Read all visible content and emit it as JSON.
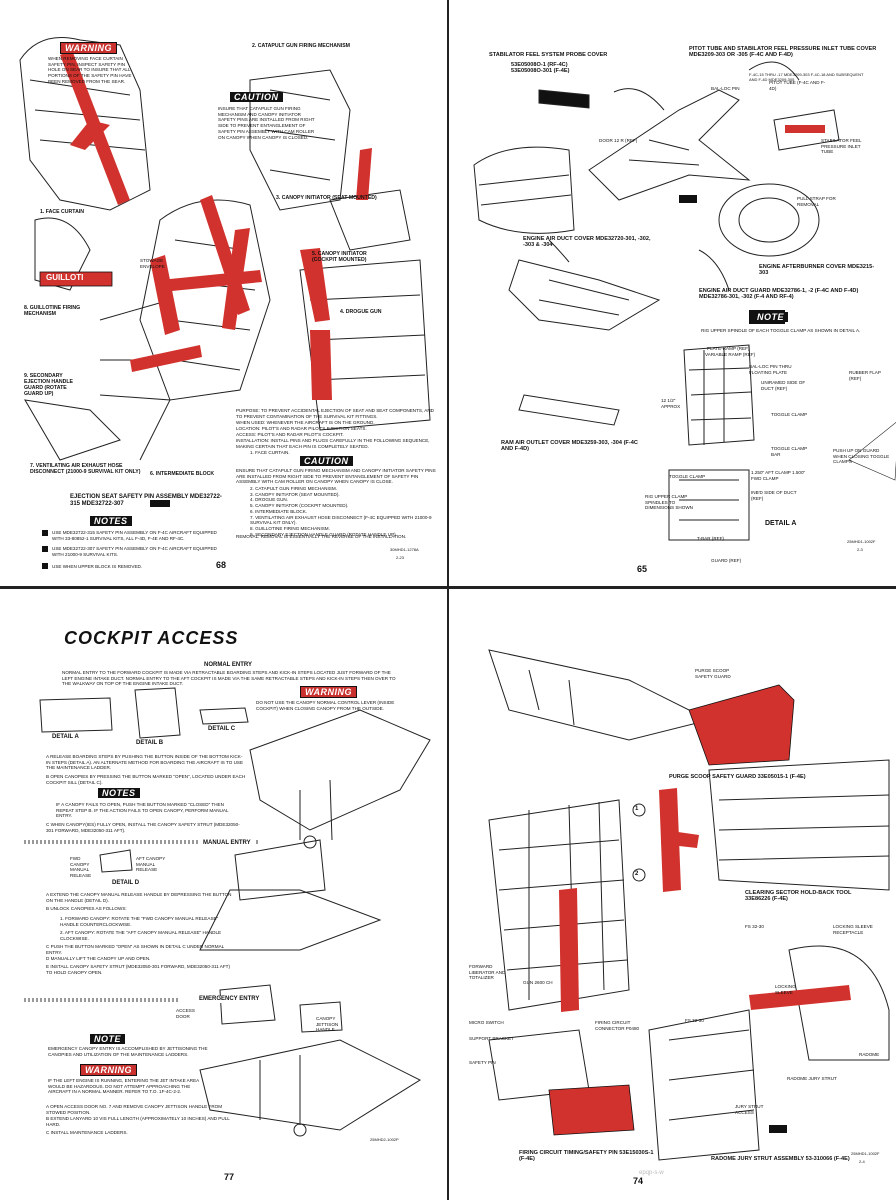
{
  "p1": {
    "warning": "WARNING",
    "warning_text": "WHEN REMOVING FACE CURTAIN SAFETY PIN, INSPECT SAFETY PIN HOLE ON SEAR TO INSURE THAT ALL PORTIONS OF THE SAFETY PIN HAVE BEEN REMOVED FROM THE SEAR.",
    "l2": "2. CATAPULT GUN FIRING MECHANISM",
    "caution": "CAUTION",
    "caution_text": "INSURE THAT CATAPULT GUN FIRING MECHANISM AND CANOPY INITIATOR SAFETY PINS ARE INSTALLED FROM RIGHT SIDE TO PREVENT ENTANGLEMENT OF SAFETY PIN ASSEMBLY WITH CAM ROLLER ON CANOPY WHEN CANOPY IS CLOSED.",
    "l3": "3. CANOPY INITIATOR (SEAT MOUNTED)",
    "l1": "1. FACE CURTAIN",
    "stowage": "STOWAGE ENVELOPE",
    "guillotine_tag": "GUILLOTI",
    "l8": "8. GUILLOTINE FIRING MECHANISM",
    "l5": "5. CANOPY INITIATOR (COCKPIT MOUNTED)",
    "l4": "4. DROGUE GUN",
    "l9": "9. SECONDARY EJECTION HANDLE GUARD (ROTATE GUARD UP)",
    "purpose": "PURPOSE: TO PREVENT ACCIDENTAL EJECTION OF SEAT AND SEAT COMPONENTS, AND TO PREVENT CONTAMINATION OF THE SURVIVAL KIT FITTINGS.",
    "when_used": "WHEN USED: WHENEVER THE AIRCRAFT IS ON THE GROUND.",
    "location": "LOCATION: PILOT'S AND RADAR PILOT'S EJECTION SEATS.",
    "access": "ACCESS: PILOT'S AND RADAR PILOT'S COCKPIT.",
    "installation": "INSTALLATION: INSTALL PINS AND PLUGS CAREFULLY IN THE FOLLOWING SEQUENCE, MAKING CERTAIN THAT EACH PIN IS COMPLETELY SEATED.",
    "inst1": "1. FACE CURTAIN.",
    "caution2": "CAUTION",
    "caution2_text": "ENSURE THAT CATAPULT GUN FIRING MECHANISM AND CANOPY INITIATOR SAFETY PINS ARE INSTALLED FROM RIGHT SIDE TO PREVENT ENTANGLEMENT OF SAFETY PIN ASSEMBLY WITH CAM ROLLER ON CANOPY WHEN CANOPY IS CLOSE.",
    "steps": [
      "2. CATAPULT GUN FIRING MECHANISM.",
      "3. CANOPY INITIATOR (SEAT MOUNTED).",
      "4. DROGUE GUN.",
      "5. CANOPY INITIATOR (COCKPIT MOUNTED).",
      "6. INTERMEDIATE BLOCK.",
      "7. VENTILATING AIR EXHAUST HOSE DISCONNECT (F-4C EQUIPPED WITH 21000-9 SURVIVAL KIT ONLY).",
      "8. GUILLOTINE FIRING MECHANISM.",
      "9. SECONDARY EJECTION HANDLE GUARD (ROTATE HANDLE UP)."
    ],
    "l7": "7. VENTILATING AIR EXHAUST HOSE DISCONNECT (21000-9 SURVIVAL KIT ONLY)",
    "l6": "6. INTERMEDIATE BLOCK",
    "assy": "EJECTION SEAT SAFETY PIN ASSEMBLY MDE32722-315 MDE32722-307",
    "notes": "NOTES",
    "note1": "USE MDE32722-315 SAFETY PIN ASSEMBLY ON F-4C AIRCRAFT EQUIPPED WITH 33-80852-1 SURVIVAL KITS, ALL F-4D, F-4E AND RF-4C.",
    "note2": "USE MDE32722-307 SAFETY PIN ASSEMBLY ON F-4C AIRCRAFT EQUIPPED WITH 21000-9 SURVIVAL KITS.",
    "note3": "USE WHEN UPPER BLOCK IS REMOVED.",
    "removal": "REMOVAL: REMOVAL IS ESSENTIALLY THE REVERSE OF THE INSTALLATION.",
    "ref": "30MHD1-1278A",
    "ref2": "2-23",
    "page": "68"
  },
  "p2": {
    "stab_title": "STABILATOR FEEL SYSTEM PROBE COVER",
    "stab_pn": "53E05008O-1 (RF-4C) 53E05008O-301 (F-4E)",
    "pitot_title": "PITOT TUBE AND STABILATOR FEEL PRESSURE INLET TUBE COVER MDE3209-303 OR -305 (F-4C AND F-4D)",
    "pitot_sub": "F-4C-15 THRU -17 MDE3209-303 F-4C-18 AND SUBSEQUENT AND F-4D MDE3209-305",
    "balloc": "BAL-LOC PIN",
    "pitot_tube": "PITOT TUBE (F-4C AND F-4D)",
    "stab_tube": "STABILATOR FEEL PRESSURE INLET TUBE",
    "door": "DOOR 12 R (REF)",
    "pull": "PULL STRAP FOR REMOVAL",
    "duct_cover": "ENGINE AIR DUCT COVER MDE32720-301, -302, -303 & -304",
    "ab_cover": "ENGINE AFTERBURNER COVER MDE3215-303",
    "guard": "ENGINE AIR DUCT GUARD MDE32786-1, -2 (F-4C AND F-4D) MDE32786-301, -302 (F-4 AND RF-4)",
    "note": "NOTE",
    "note_text": "RIG UPPER SPINDLE OF EACH TOGGLE CLAMP AS SHOWN IN DETAIL A.",
    "callouts": [
      "PLATE-RAMP (REF)",
      "VARIABLE RAMP (REF)",
      "BAL-LOC PIN THRU FLOATING PLATE",
      "RUBBER FLAP (REF)",
      "UNIRAMED SIDE OF DUCT (REF)",
      "TOGGLE CLAMP",
      "TOGGLE CLAMP BAR",
      "PUSH UP ON GUARD WHEN CLOSING TOGGLE CLAMPS"
    ],
    "approx": "12 1/2\" APPROX",
    "ram_title": "RAM AIR OUTLET COVER MDE3259-303, -304 (F-4C AND F-4D)",
    "detail_callouts": [
      "TOGGLE CLAMP",
      "1.250\" AFT CLAMP 1.500\" FWD CLAMP",
      "RIG UPPER CLAMP SPINDLES TO DIMENSIONS SHOWN",
      "INB'D SIDE OF DUCT (REF)",
      "T-BAR (REF)",
      "GUARD (REF)"
    ],
    "detail": "DETAIL A",
    "ref": "25MHD1-1002F",
    "ref2": "2-3",
    "page": "65"
  },
  "p3": {
    "title": "COCKPIT ACCESS",
    "normal_entry": "NORMAL ENTRY",
    "intro": "NORMAL ENTRY TO THE FORWARD COCKPIT IS MADE VIA RETRACTABLE BOARDING STEPS AND KICK-IN STEPS LOCATED JUST FORWARD OF THE LEFT ENGINE INTAKE DUCT. NORMAL ENTRY TO THE AFT COCKPIT IS MADE VIA THE SAME RETRACTABLE STEPS AND KICK-IN STEPS THEN OVER TO THE WALKWAY ON TOP OF THE ENGINE INTAKE DUCT.",
    "warning": "WARNING",
    "warning_text": "DO NOT USE THE CANOPY NORMAL CONTROL LEVER (INSIDE COCKPIT) WHEN CLOSING CANOPY FROM THE OUTSIDE.",
    "detail_a": "DETAIL A",
    "detail_b": "DETAIL B",
    "detail_c": "DETAIL C",
    "step_a": "A RELEASE BOARDING STEPS BY PUSHING THE BUTTON INSIDE OF THE BOTTOM KICK-IN STEPS (DETAIL A). AN ALTERNATE METHOD FOR BOARDING THE AIRCRAFT IS TO USE THE MAINTENANCE LADDER.",
    "step_b": "B OPEN CANOPIES BY PRESSING THE BUTTON MARKED \"OPEN\", LOCATED UNDER EACH COCKPIT SILL (DETAIL C).",
    "notes": "NOTES",
    "notes_text": "IF A CANOPY FAILS TO OPEN, PUSH THE BUTTON MARKED \"CLOSED\" THEN REPEAT STEP B. IF THE ACTION FAILS TO OPEN CANOPY, PERFORM MANUAL ENTRY.",
    "step_c": "C WHEN CANOPY(IES) FULLY OPEN, INSTALL THE CANOPY SAFETY STRUT (MDE32050-301 FORWARD, MDE32050-311 AFT).",
    "manual_entry": "MANUAL ENTRY",
    "fwd_label": "FWD CANOPY MANUAL RELEASE",
    "aft_label": "AFT CANOPY MANUAL RELEASE",
    "detail_d": "DETAIL D",
    "m_a": "A EXTEND THE CANOPY MANUAL RELEASE HANDLE BY DEPRESSING THE BUTTON ON THE HANDLE (DETAIL D).",
    "m_b": "B UNLOCK CANOPIES AS FOLLOWS:",
    "m_b1": "1. FORWARD CANOPY: ROTATE THE \"FWD CANOPY MANUAL RELEASE\" HANDLE COUNTERCLOCKWISE.",
    "m_b2": "2. AFT CANOPY: ROTATE THE \"AFT CANOPY MANUAL RELEASE\" HANDLE CLOCKWISE.",
    "m_c": "C PUSH THE BUTTON MARKED \"OPEN\" AS SHOWN IN DETAIL C UNDER NORMAL ENTRY.",
    "m_d": "D MANUALLY LIFT THE CANOPY UP AND OPEN.",
    "m_e": "E INSTALL CANOPY SAFETY STRUT (MDE32050-301 FORWARD, MDE32050-311 AFT) TO HOLD CANOPY OPEN.",
    "emergency": "EMERGENCY ENTRY",
    "access_door": "ACCESS DOOR",
    "jettison": "CANOPY JETTISON HANDLE",
    "note": "NOTE",
    "note_text": "EMERGENCY CANOPY ENTRY IS ACCOMPLISHED BY JETTISONING THE CANOPIES AND UTILIZATION OF THE MAINTENANCE LADDERS.",
    "warning2": "WARNING",
    "warning2_text": "IF THE LEFT ENGINE IS RUNNING, ENTERING THE JET INTAKE AREA WOULD BE HAZARDOUS. DO NOT ATTEMPT APPROACHING THE AIRCRAFT IN A NORMAL MANNER. REFER TO T.O. 1F-4C-2-2.",
    "e_a": "A OPEN ACCESS DOOR NO. 7 AND REMOVE CANOPY JETTISON HANDLE FROM STOWED POSITION.",
    "e_b": "B EXTEND LANYARD 10 VIS FULL LENGTH (APPROXIMATELY 10 INCHES) AND PULL HARD.",
    "e_c": "C INSTALL MAINTENANCE LADDERS.",
    "ref": "25MHD2-1002P",
    "page": "77"
  },
  "p4": {
    "purge_label": "PURGE SCOOP SAFETY GUARD",
    "purge_title": "PURGE SCOOP SAFETY GUARD 33E05015-1 (F-4E)",
    "clearing": "CLEARING SECTOR HOLD-BACK TOOL 33E86226 (F-4E)",
    "fs": "FS 32-30",
    "locking_sleeve_r": "LOCKING SLEEVE RECEPTACLE",
    "locking_sleeve": "LOCKING SLEEVE",
    "forward": "FORWARD LIBERATOR AND TOTALIZER",
    "gun": "GUN 2600 CH",
    "micro": "MICRO SWITCH",
    "support": "SUPPORT BRACKET",
    "safety_pin": "SAFETY PIN",
    "connector": "FIRING CIRCUIT CONNECTOR P0480",
    "fs2": "FS 32-30",
    "radome": "RADOME",
    "strut": "RADOME JURY STRUT",
    "access": "JURY STRUT ACCESS",
    "firing_title": "FIRING CIRCUIT TIMING/SAFETY PIN 53E15030S-1 (F-4E)",
    "radome_title": "RADOME JURY STRUT ASSEMBLY 53-310066 (F-4E)",
    "callout1": "1",
    "callout2": "2",
    "ref": "25MHD1-1002F",
    "ref2": "2-4",
    "page": "74",
    "watermark": "epqp-s-w"
  }
}
